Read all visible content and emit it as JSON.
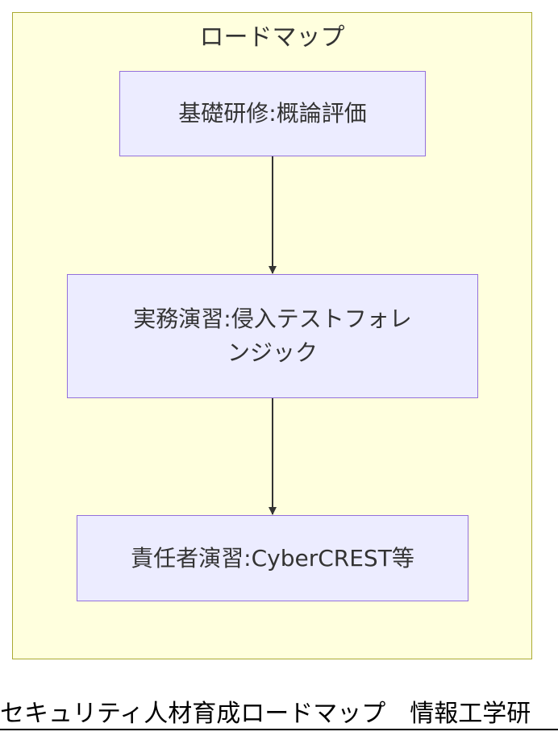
{
  "diagram": {
    "cluster": {
      "title": "ロードマップ"
    },
    "nodes": [
      {
        "id": "n1",
        "label": "基礎研修:概論評価"
      },
      {
        "id": "n2",
        "label_lines": [
          "実務演習:侵入テストフォレ",
          "ンジック"
        ]
      },
      {
        "id": "n3",
        "label": "責任者演習:CyberCREST等"
      }
    ],
    "edges": [
      {
        "from": "n1",
        "to": "n2"
      },
      {
        "from": "n2",
        "to": "n3"
      }
    ]
  },
  "footer": {
    "text": "セキュリティ人材育成ロードマップ　情報工学研"
  },
  "colors": {
    "cluster_fill": "#ffffde",
    "cluster_border": "#aaaa33",
    "node_fill": "#ececff",
    "node_border": "#9370db",
    "edge": "#333333",
    "text": "#333333"
  }
}
